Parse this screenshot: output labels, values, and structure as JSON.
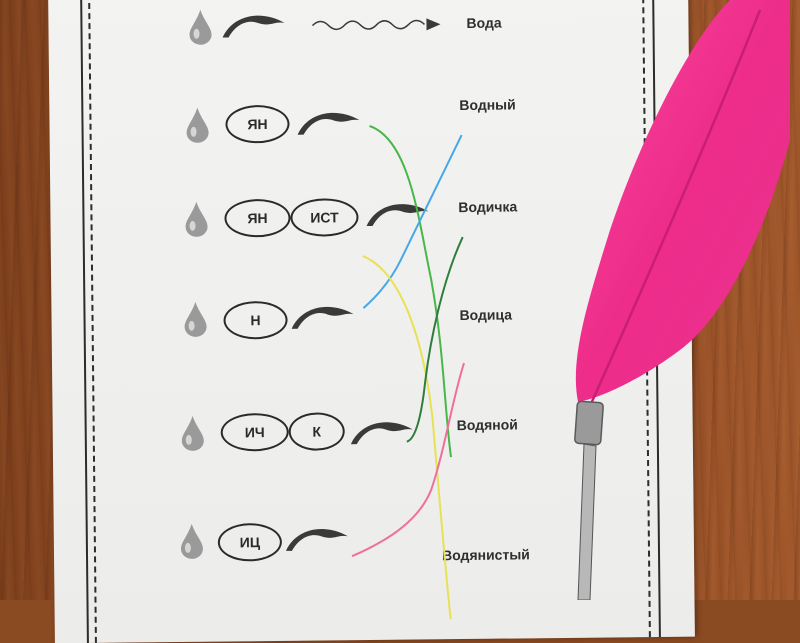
{
  "worksheet": {
    "rows": [
      {
        "suffixes": [],
        "word": "Вода"
      },
      {
        "suffixes": [
          "ЯН"
        ],
        "word": "Водный"
      },
      {
        "suffixes": [
          "ЯН",
          "ИСТ"
        ],
        "word": "Водичка"
      },
      {
        "suffixes": [
          "Н"
        ],
        "word": "Водица"
      },
      {
        "suffixes": [
          "ИЧ",
          "К"
        ],
        "word": "Водяной"
      },
      {
        "suffixes": [
          "ИЦ"
        ],
        "word": "Водянистый"
      }
    ]
  },
  "pencil_lines": [
    {
      "color": "#49b64a",
      "label": "green"
    },
    {
      "color": "#46a8e6",
      "label": "blue"
    },
    {
      "color": "#e7e253",
      "label": "yellow"
    },
    {
      "color": "#2f7d3d",
      "label": "dark-green"
    },
    {
      "color": "#ef6f9e",
      "label": "pink"
    }
  ],
  "colors": {
    "quill_feather": "#f0338f",
    "drop": "#9a9a9a",
    "root_mark": "#3a3a3a"
  }
}
